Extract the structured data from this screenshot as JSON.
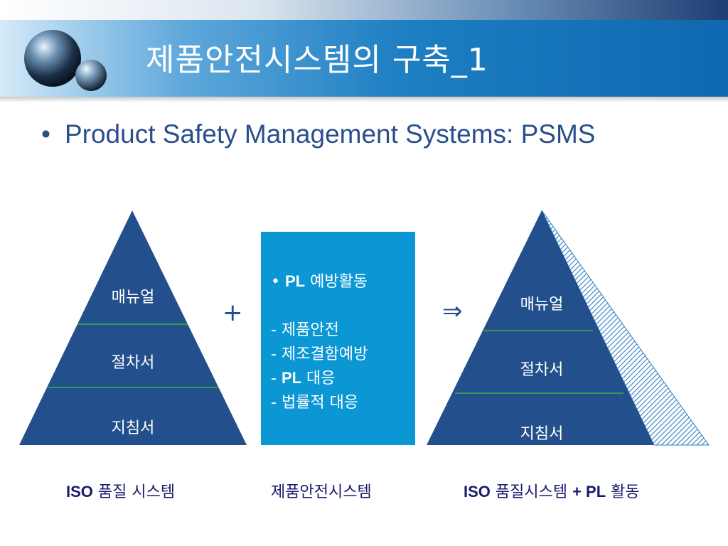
{
  "slide": {
    "title": "제품안전시스템의 구축_1",
    "bullet": "Product Safety Management Systems: PSMS"
  },
  "left_pyramid": {
    "layers": [
      "매뉴얼",
      "절차서",
      "지침서"
    ],
    "caption_prefix": "ISO",
    "caption_suffix": " 품질 시스템"
  },
  "operator_plus": "+",
  "center_box": {
    "lines": [
      {
        "prefix": "• ",
        "bold": "PL",
        "text": " 예방활동"
      },
      {
        "prefix": "- ",
        "bold": "",
        "text": "제품안전"
      },
      {
        "prefix": "- ",
        "bold": "",
        "text": "제조결함예방"
      },
      {
        "prefix": "- ",
        "bold": "PL",
        "text": " 대응"
      },
      {
        "prefix": "- ",
        "bold": "",
        "text": "법률적 대응"
      }
    ],
    "caption": "제품안전시스템"
  },
  "operator_implies": "⇒",
  "right_pyramid": {
    "layers": [
      "매뉴얼",
      "절차서",
      "지침서"
    ],
    "caption_part1": "ISO",
    "caption_part2": " 품질시스템 ",
    "caption_part3": "+ PL",
    "caption_part4": " 활동"
  },
  "colors": {
    "pyramid_fill": "#23508c",
    "divider": "#3cb043",
    "box_fill": "#0b97d4",
    "caption_text": "#1a1a6e"
  }
}
